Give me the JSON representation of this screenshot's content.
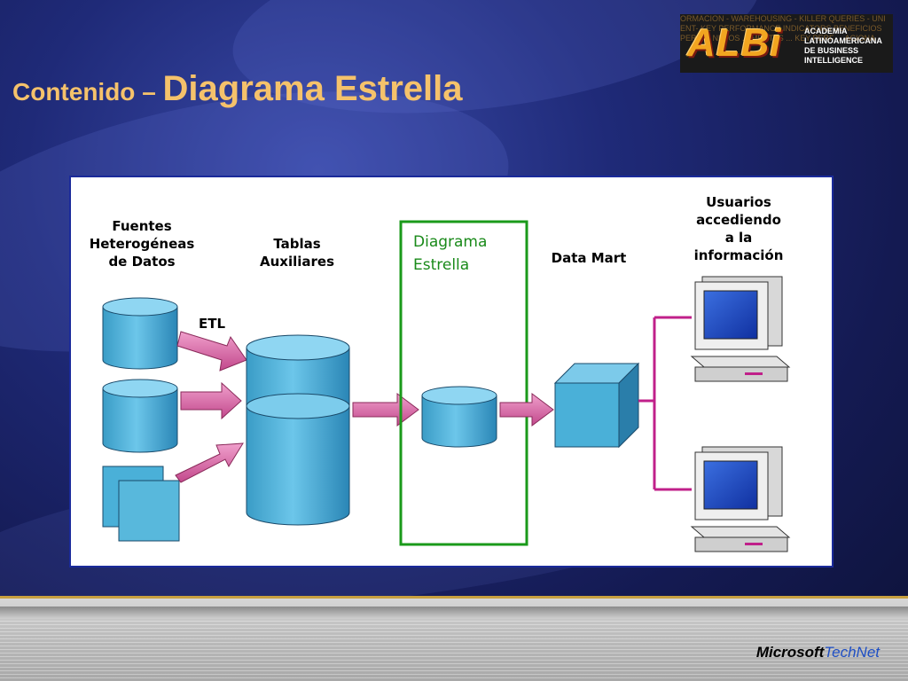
{
  "title": {
    "prefix": "Contenido – ",
    "main": "Diagrama Estrella"
  },
  "logo": {
    "acronym": "ALBi",
    "subtitle": [
      "ACADEMIA",
      "LATINOAMERICANA",
      "DE BUSINESS",
      "INTELLIGENCE"
    ],
    "background_text": "ORMACION - WAREHOUSING - KILLER QUERIES - UNI ENT- KEY PERFORMANCE INDICATORS BENEFICIOS PERA ... NETOS ... MENTAS ... KEY PERF ... ACIONA"
  },
  "diagram": {
    "fuentes_label": [
      "Fuentes",
      "Heterogéneas",
      "de Datos"
    ],
    "tablas_label": [
      "Tablas",
      "Auxiliares"
    ],
    "etl_label": "ETL",
    "estrella_label": [
      "Diagrama",
      "Estrella"
    ],
    "datamart_label": "Data Mart",
    "usuarios_label": [
      "Usuarios",
      "accediendo",
      "a la",
      "información"
    ]
  },
  "footer": {
    "brand_ms": "Microsoft",
    "brand_tn": "TechNet"
  },
  "colors": {
    "title": "#f5c26b",
    "cylinder": "#4ab0d8",
    "arrow": "#d86aa8",
    "green_box": "#1a9a1a",
    "connector": "#c0208a"
  }
}
